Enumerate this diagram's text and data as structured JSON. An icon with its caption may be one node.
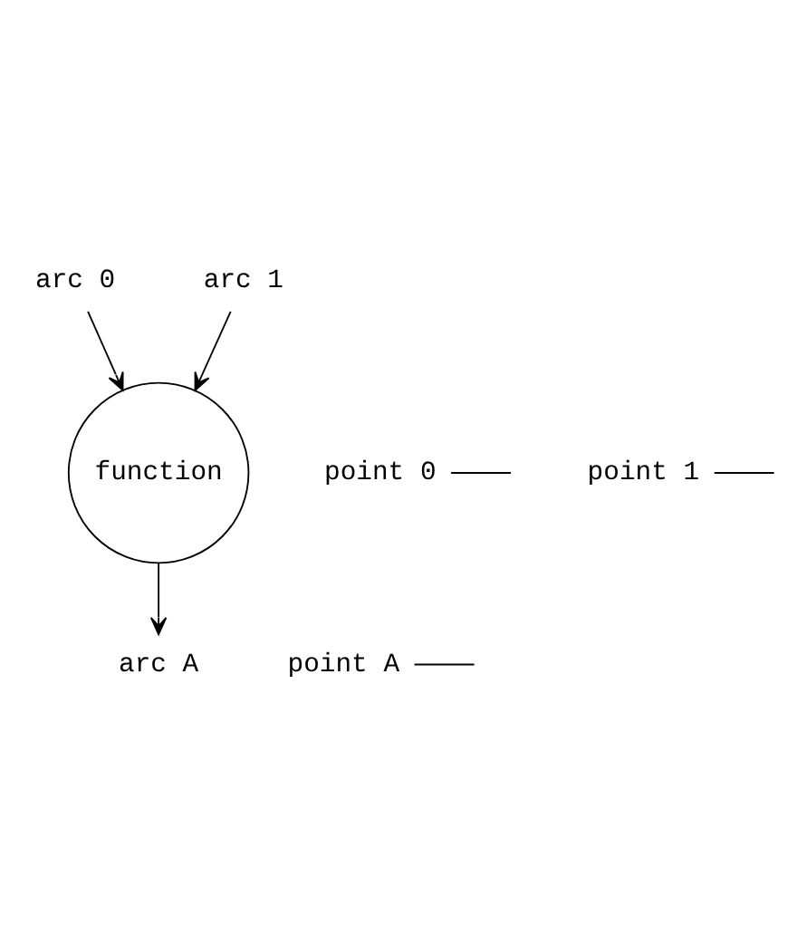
{
  "diagram": {
    "nodes": [
      {
        "text": [
          "arc 0"
        ]
      },
      {
        "text": [
          "arc 1"
        ]
      },
      {
        "text": [
          "function"
        ]
      },
      {
        "text": [
          "point 0"
        ]
      },
      {
        "text": [
          "point 1"
        ]
      },
      {
        "text": [
          "point A"
        ]
      },
      {
        "text": [
          "arc A"
        ]
      }
    ],
    "edges": [
      {
        "from": 0,
        "to": 2,
        "arrow": "to"
      },
      {
        "from": 1,
        "to": 2,
        "arrow": "to"
      },
      {
        "from": 2,
        "to": 6,
        "arrow": "to"
      },
      {
        "from": 3,
        "to": null,
        "arrow": "none"
      },
      {
        "from": 4,
        "to": null,
        "arrow": "none"
      },
      {
        "from": 5,
        "to": null,
        "arrow": "none"
      }
    ]
  }
}
